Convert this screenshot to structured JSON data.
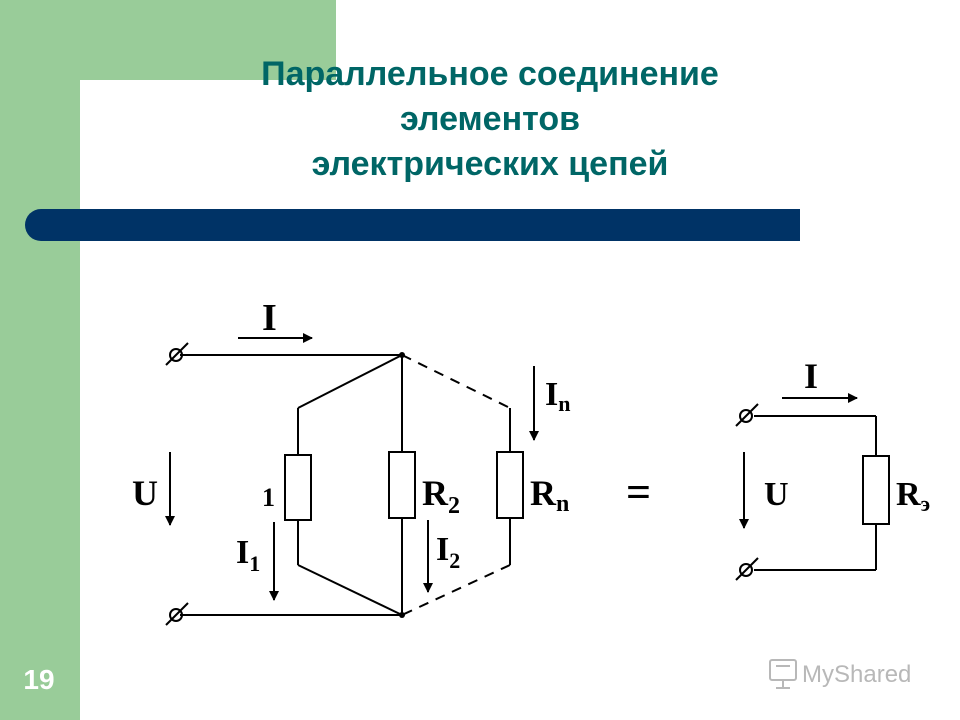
{
  "slide": {
    "title_lines": [
      "Параллельное соединение",
      "элементов",
      "электрических цепей"
    ],
    "number": "19",
    "colors": {
      "green": "#99cc99",
      "title": "#006666",
      "rule": "#003366"
    }
  },
  "circuit": {
    "labels": {
      "current_main": "I",
      "voltage": "U",
      "current_1": "I",
      "current_1_sub": "1",
      "resistor_1": "1",
      "resistor_2": "R",
      "resistor_2_sub": "2",
      "current_2": "I",
      "current_2_sub": "2",
      "resistor_n": "R",
      "resistor_n_sub": "n",
      "current_n": "I",
      "current_n_sub": "n",
      "equals": "="
    },
    "equivalent": {
      "current": "I",
      "voltage": "U",
      "resistor": "R",
      "resistor_sub": "э"
    }
  },
  "watermark": {
    "text": "MyShared"
  }
}
